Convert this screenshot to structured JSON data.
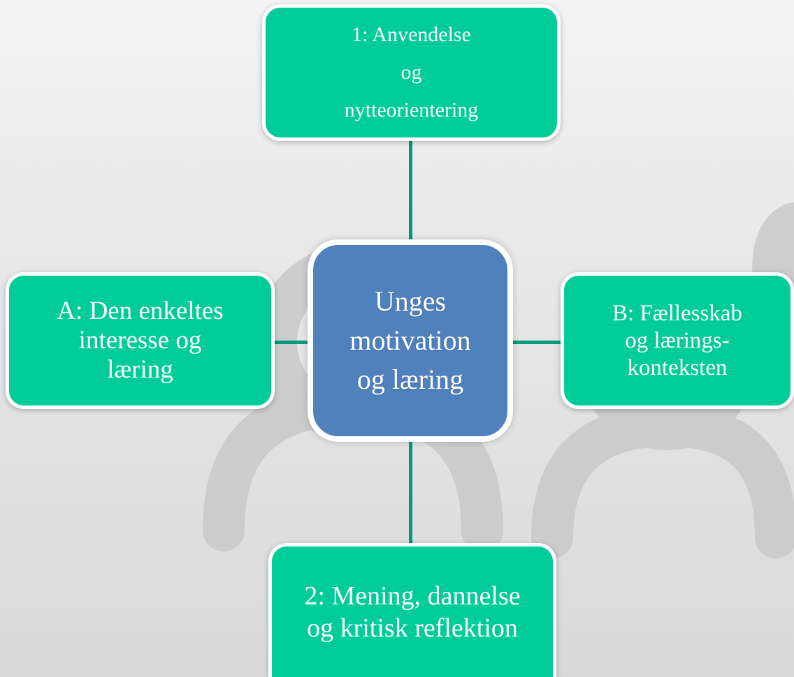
{
  "colors": {
    "node_fill": "#00CC99",
    "center_fill": "#4F81BD",
    "connector": "#009A7E",
    "node_border": "#FFFFFF",
    "background_figures": "#C9C9C9"
  },
  "diagram": {
    "center": {
      "lines": [
        "Unges",
        "motivation",
        "og læring"
      ]
    },
    "top": {
      "lines": [
        "1: Anvendelse",
        "og",
        "nytteorientering"
      ]
    },
    "left": {
      "lines": [
        "A: Den enkeltes",
        "interesse og",
        "læring"
      ]
    },
    "right": {
      "lines": [
        "B: Fællesskab",
        "og lærings-",
        "konteksten"
      ]
    },
    "bottom": {
      "lines": [
        "2: Mening, dannelse",
        "og kritisk reflektion"
      ]
    }
  }
}
